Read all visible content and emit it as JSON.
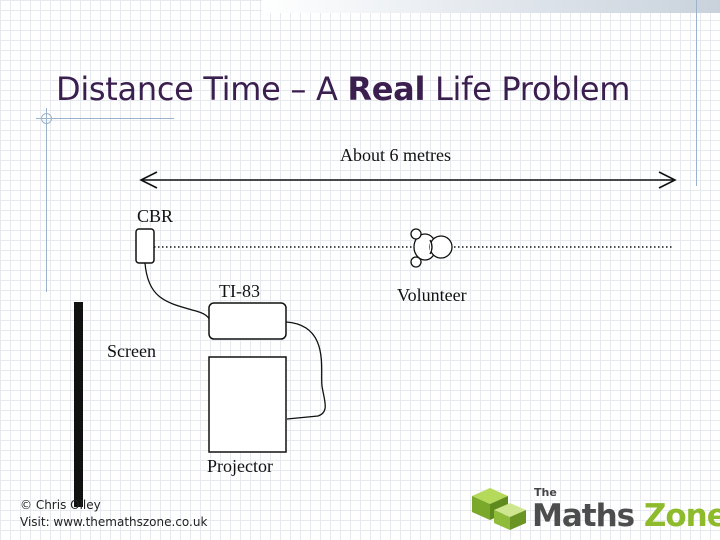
{
  "slide": {
    "title_prefix": "Distance Time – A ",
    "title_bold": "Real",
    "title_suffix": " Life Problem"
  },
  "diagram": {
    "distance_label": "About 6 metres",
    "cbr_label": "CBR",
    "calculator_label": "TI-83",
    "volunteer_label": "Volunteer",
    "screen_label": "Screen",
    "projector_label": "Projector"
  },
  "footer": {
    "copyright": "© Chris Olley",
    "visit": "Visit: www.themathszone.co.uk"
  },
  "logo": {
    "the": "The",
    "maths": "Maths",
    "zone": "Zone",
    "colors": {
      "green": "#8dbb2c",
      "grey": "#4d4d4d"
    }
  },
  "colors": {
    "title": "#3a1f4f",
    "guide_lines": "#9db3cc",
    "grid": "#e6eaee"
  }
}
